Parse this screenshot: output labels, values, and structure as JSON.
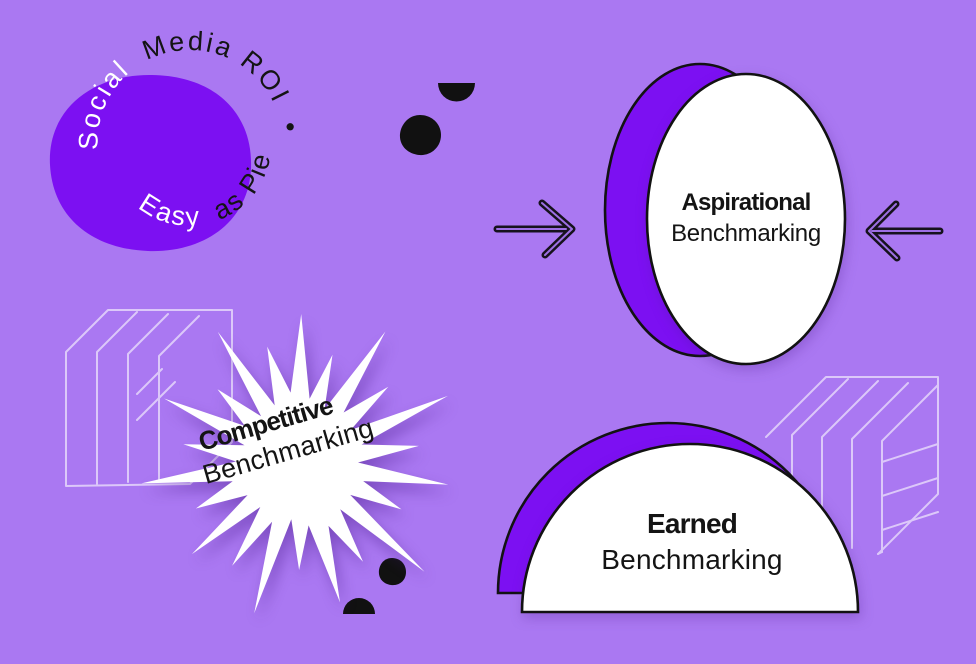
{
  "colors": {
    "background": "#AA78F2",
    "accent": "#7C10F2",
    "white": "#FFFFFF",
    "black": "#111111",
    "wireframe_line": "#EDE3FC"
  },
  "badge": {
    "text_top_1": "Social",
    "text_top_2": "Media ROI",
    "separator_dot": "•",
    "text_bottom_1": "Easy",
    "text_bottom_2": "as Pie"
  },
  "cards": {
    "aspirational": {
      "title": "Aspirational",
      "subtitle": "Benchmarking"
    },
    "competitive": {
      "title": "Competitive",
      "subtitle": "Benchmarking"
    },
    "earned": {
      "title": "Earned",
      "subtitle": "Benchmarking"
    }
  },
  "icons": {
    "arrow_pointing_right": "→",
    "arrow_pointing_left": "←"
  },
  "decorations": [
    "purple-blob",
    "starburst",
    "wireframe-box-left",
    "wireframe-box-right",
    "half-dot-top",
    "dot-top",
    "dot-bottom",
    "half-dot-bottom"
  ]
}
